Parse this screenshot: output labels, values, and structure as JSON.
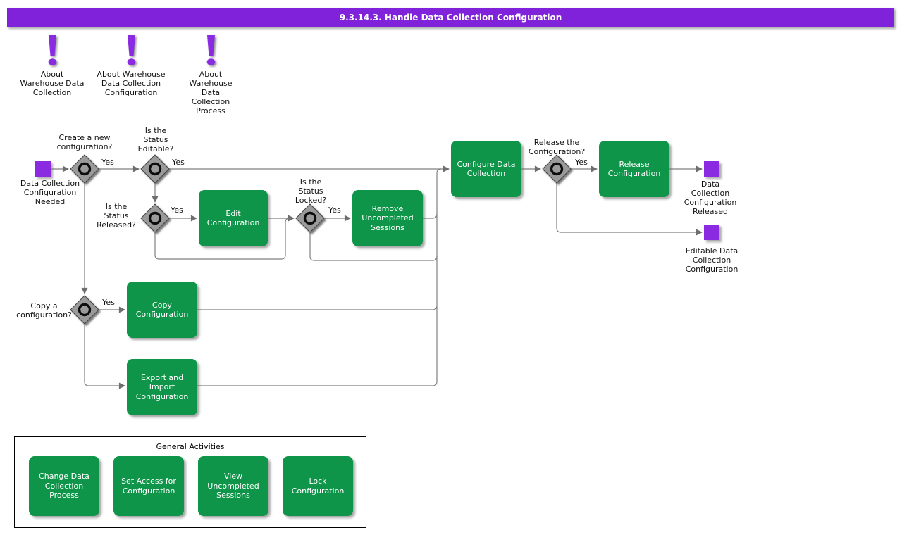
{
  "title": "9.3.14.3. Handle Data Collection Configuration",
  "colors": {
    "titlebar_purple": "#7f22d9",
    "node_purple": "#8a2be2",
    "activity_green": "#0f9549",
    "connector_gray": "#7f7f7f"
  },
  "notes": [
    {
      "label": "About\nWarehouse Data\nCollection"
    },
    {
      "label": "About Warehouse\nData Collection\nConfiguration"
    },
    {
      "label": "About\nWarehouse\nData\nCollection\nProcess"
    }
  ],
  "flow": {
    "yes_label": "Yes",
    "start": {
      "label": "Data Collection\nConfiguration\nNeeded"
    },
    "decisions": {
      "create_new": {
        "label": "Create a new\nconfiguration?"
      },
      "status_editable": {
        "label": "Is the\nStatus\nEditable?"
      },
      "status_released": {
        "label": "Is the\nStatus\nReleased?"
      },
      "status_locked": {
        "label": "Is the\nStatus\nLocked?"
      },
      "release_config": {
        "label": "Release the\nConfiguration?"
      },
      "copy_config": {
        "label": "Copy a\nconfiguration?"
      }
    },
    "activities": {
      "edit": {
        "label": "Edit\nConfiguration"
      },
      "remove_sessions": {
        "label": "Remove\nUncompleted\nSessions"
      },
      "configure": {
        "label": "Configure Data\nCollection"
      },
      "release": {
        "label": "Release\nConfiguration"
      },
      "copy": {
        "label": "Copy\nConfiguration"
      },
      "export_import": {
        "label": "Export and\nImport\nConfiguration"
      }
    },
    "ends": {
      "released": {
        "label": "Data\nCollection\nConfiguration\nReleased"
      },
      "editable": {
        "label": "Editable Data\nCollection\nConfiguration"
      }
    }
  },
  "general": {
    "title": "General Activities",
    "items": [
      {
        "label": "Change Data\nCollection\nProcess"
      },
      {
        "label": "Set Access for\nConfiguration"
      },
      {
        "label": "View\nUncompleted\nSessions"
      },
      {
        "label": "Lock\nConfiguration"
      }
    ]
  }
}
